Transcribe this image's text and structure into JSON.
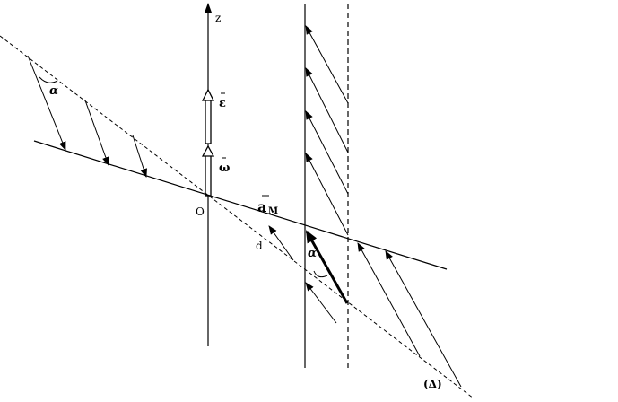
{
  "figure": {
    "labels": {
      "axis_z": "z",
      "origin": "O",
      "epsilon": "ε",
      "omega": "ω",
      "accel": "a",
      "accel_sub": "M",
      "alpha_left": "α",
      "alpha_right": "α",
      "distance": "d",
      "line_name": "(Δ)"
    },
    "colors": {
      "ink": "#000000",
      "background": "#ffffff"
    }
  }
}
